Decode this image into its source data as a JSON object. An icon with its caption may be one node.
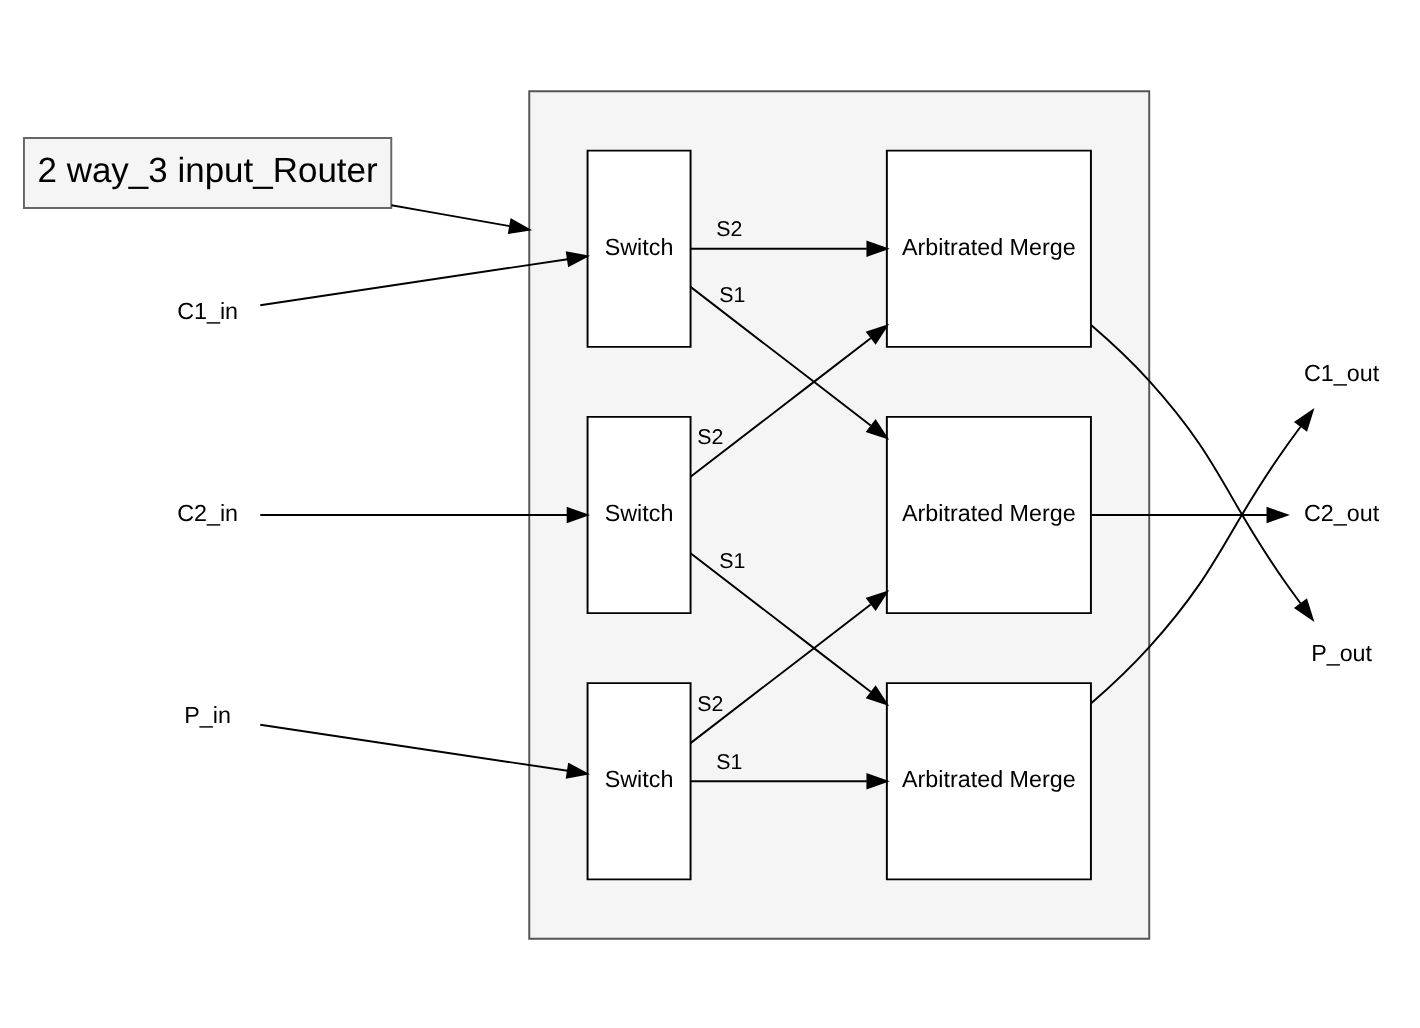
{
  "diagram": {
    "nodes": [
      {
        "text": [
          "2 way_3 input_Router"
        ]
      },
      {
        "text": [],
        "shape": "box"
      },
      {
        "text": [
          "C1_in"
        ]
      },
      {
        "text": [
          "C2_in"
        ]
      },
      {
        "text": [
          "P_in"
        ]
      },
      {
        "text": [
          "Switch"
        ],
        "in": 1
      },
      {
        "text": [
          "Switch"
        ],
        "in": 1
      },
      {
        "text": [
          "Switch"
        ],
        "in": 1
      },
      {
        "text": [
          "Arbitrated Merge"
        ],
        "in": 1
      },
      {
        "text": [
          "Arbitrated Merge"
        ],
        "in": 1
      },
      {
        "text": [
          "Arbitrated Merge"
        ],
        "in": 1
      },
      {
        "text": [
          "C1_out"
        ]
      },
      {
        "text": [
          "C2_out"
        ]
      },
      {
        "text": [
          "P_out"
        ]
      }
    ],
    "edges": [
      {
        "from": 0,
        "to": 1,
        "arrow": "to"
      },
      {
        "from": 2,
        "to": 5,
        "arrow": "to"
      },
      {
        "from": 3,
        "to": 6,
        "arrow": "to"
      },
      {
        "from": 4,
        "to": 7,
        "arrow": "to"
      },
      {
        "from": 5,
        "to": 9,
        "arrow": "to",
        "label": "S1"
      },
      {
        "from": 5,
        "to": 10,
        "arrow": "to",
        "label": "S2"
      },
      {
        "from": 6,
        "to": 8,
        "arrow": "to",
        "label": "S1"
      },
      {
        "from": 6,
        "to": 10,
        "arrow": "to",
        "label": "S2"
      },
      {
        "from": 7,
        "to": 8,
        "arrow": "to",
        "label": "S1"
      },
      {
        "from": 7,
        "to": 9,
        "arrow": "to",
        "label": "S2"
      },
      {
        "from": 8,
        "to": 11,
        "arrow": "to"
      },
      {
        "from": 9,
        "to": 12,
        "arrow": "to"
      },
      {
        "from": 10,
        "to": 13,
        "arrow": "to"
      }
    ]
  }
}
